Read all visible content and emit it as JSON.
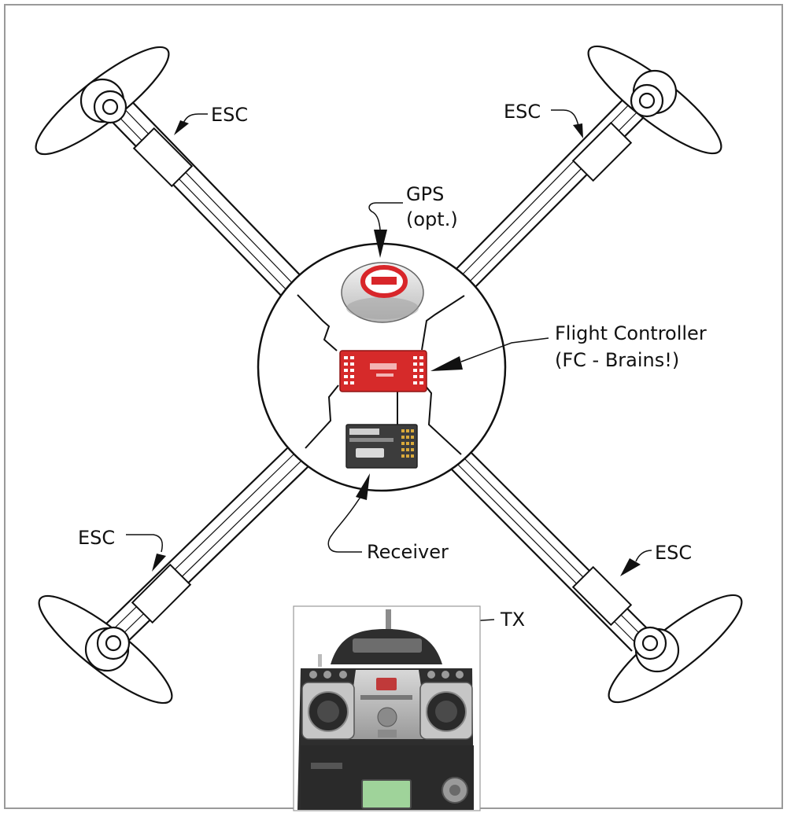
{
  "labels": {
    "esc_top_left": "ESC",
    "esc_top_right": "ESC",
    "esc_bottom_left": "ESC",
    "esc_bottom_right": "ESC",
    "gps_line1": "GPS",
    "gps_line2": "(opt.)",
    "fc_line1": "Flight Controller",
    "fc_line2": "(FC - Brains!)",
    "receiver": "Receiver",
    "tx": "TX"
  },
  "colors": {
    "border": "#9a9a9a",
    "line": "#111111",
    "fc_red": "#d62a2a",
    "gps_red": "#d8262a",
    "receiver_dark": "#3c3c3c",
    "tx_body": "#2e2e2e",
    "tx_panel": "#bdbdbd",
    "tx_screen": "#9fd39a"
  }
}
